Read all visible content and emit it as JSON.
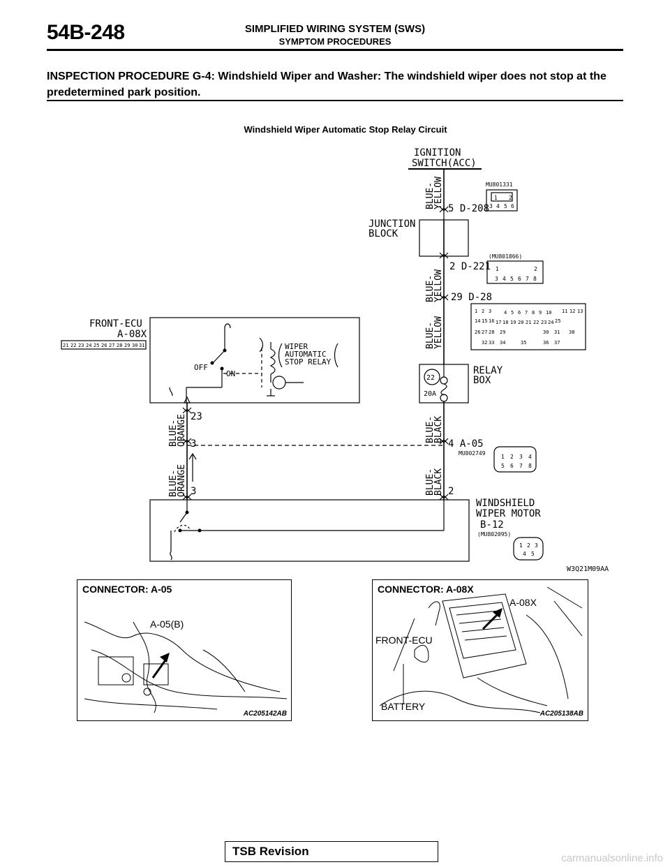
{
  "header": {
    "page_number": "54B-248",
    "title": "SIMPLIFIED WIRING SYSTEM (SWS)",
    "subtitle": "SYMPTOM PROCEDURES"
  },
  "procedure_heading": "INSPECTION PROCEDURE G-4: Windshield Wiper and Washer: The windshield wiper does not stop at the predetermined park position.",
  "figure_caption": "Windshield Wiper Automatic Stop Relay Circuit",
  "diagram": {
    "ignition_switch": [
      "IGNITION",
      "SWITCH(ACC)"
    ],
    "wire_blue_yellow": [
      "BLUE-",
      "YELLOW"
    ],
    "wire_blue_black": [
      "BLUE-",
      "BLACK"
    ],
    "wire_blue_orange": [
      "BLUE-",
      "ORANGE"
    ],
    "connector_d208": "5 D-208",
    "part_mu801331": "MU801331",
    "d208_pins": [
      "1",
      "2",
      "3",
      "4",
      "5",
      "6"
    ],
    "junction_block": [
      "JUNCTION",
      "BLOCK"
    ],
    "connector_d221": "2 D-221",
    "part_mu801866": "(MU801866)",
    "d221_pins": [
      "1",
      "2",
      "3",
      "4",
      "5",
      "6",
      "7",
      "8"
    ],
    "connector_d28": "29 D-28",
    "d28_pins": [
      "1",
      "2",
      "3",
      "4",
      "5",
      "6",
      "7",
      "8",
      "9",
      "10",
      "11",
      "12",
      "13",
      "14",
      "15",
      "16",
      "17",
      "18",
      "19",
      "20",
      "21",
      "22",
      "23",
      "24",
      "25",
      "26",
      "27",
      "28",
      "29",
      "30",
      "31",
      "32",
      "33",
      "34",
      "35",
      "36",
      "37",
      "38"
    ],
    "front_ecu": [
      "FRONT-ECU",
      "A-08X"
    ],
    "ecu_pins": [
      "21",
      "22",
      "23",
      "24",
      "25",
      "26",
      "27",
      "28",
      "29",
      "30",
      "31"
    ],
    "relay_label": [
      "WIPER",
      "AUTOMATIC",
      "STOP RELAY"
    ],
    "switch_off": "OFF",
    "switch_on": "ON",
    "relay_box": [
      "RELAY",
      "BOX"
    ],
    "fuse_number": "22",
    "fuse_rating": "20A",
    "pin_23": "23",
    "pin_3a": "3",
    "pin_3b": "3",
    "connector_a05": "4 A-05",
    "part_mu802749": "MU802749",
    "a05_pins": [
      "1",
      "2",
      "3",
      "4",
      "5",
      "6",
      "7",
      "8"
    ],
    "pin_2": "2",
    "wiper_motor": [
      "WINDSHIELD",
      "WIPER MOTOR"
    ],
    "connector_b12": "B-12",
    "part_mu802095": "(MU802095)",
    "b12_pins": [
      "1",
      "2",
      "3",
      "4",
      "5"
    ],
    "figure_code": "W3Q21M09AA"
  },
  "photos": [
    {
      "title": "CONNECTOR: A-05",
      "callout": "A-05(B)",
      "code": "AC205142AB"
    },
    {
      "title": "CONNECTOR: A-08X",
      "callout": "A-08X",
      "label_ecu": "FRONT-ECU",
      "label_battery": "BATTERY",
      "code": "AC205138AB"
    }
  ],
  "footer": {
    "label": "TSB Revision"
  },
  "watermark": "carmanualsonline.info"
}
